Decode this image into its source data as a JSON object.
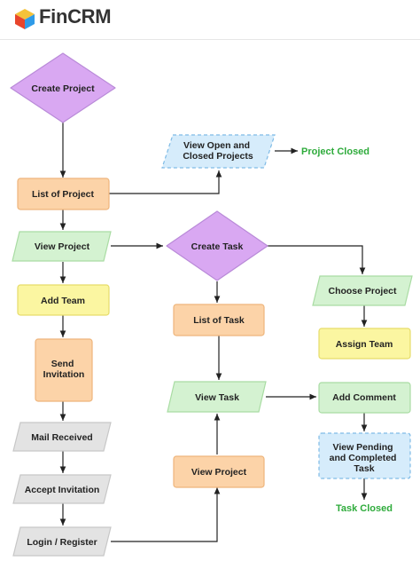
{
  "app": {
    "brand": "FinCRM"
  },
  "colors": {
    "purple": "#d9a8f2",
    "purple_stroke": "#b98ad8",
    "orange": "#fcd3a8",
    "orange_stroke": "#eeb57c",
    "green": "#d4f2d1",
    "green_stroke": "#a9dca3",
    "yellow": "#fbf6a1",
    "yellow_stroke": "#e6dc6a",
    "gray": "#e3e3e3",
    "gray_stroke": "#c7c7c7",
    "blue": "#d6ecfb",
    "blue_stroke": "#7fbbe6",
    "green_text": "#2eab3b"
  },
  "nodes": {
    "create_project": [
      "Create Project"
    ],
    "list_of_project": [
      "List of Project"
    ],
    "view_project_1": [
      "View Project"
    ],
    "add_team": [
      "Add Team"
    ],
    "send_invitation": [
      "Send",
      "Invitation"
    ],
    "mail_received": [
      "Mail Received"
    ],
    "accept_invitation": [
      "Accept Invitation"
    ],
    "login_register": [
      "Login / Register"
    ],
    "view_open_closed": [
      "View Open and",
      "Closed Projects"
    ],
    "project_closed": [
      "Project Closed"
    ],
    "create_task": [
      "Create Task"
    ],
    "list_of_task": [
      "List of Task"
    ],
    "view_task": [
      "View Task"
    ],
    "view_project_2": [
      "View Project"
    ],
    "choose_project": [
      "Choose Project"
    ],
    "assign_team": [
      "Assign Team"
    ],
    "add_comment": [
      "Add Comment"
    ],
    "view_pending_completed": [
      "View Pending",
      "and Completed",
      "Task"
    ],
    "task_closed": [
      "Task Closed"
    ]
  }
}
